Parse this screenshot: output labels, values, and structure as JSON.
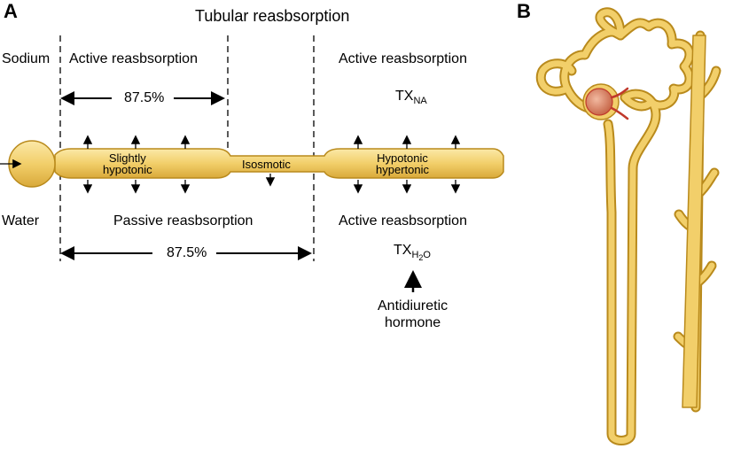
{
  "panel_a": {
    "label": "A"
  },
  "panel_b": {
    "label": "B"
  },
  "title": "Tubular reasbsorption",
  "sodium": {
    "row_label": "Sodium",
    "left_text": "Active reasbsorption",
    "left_percent": "87.5%",
    "right_text": "Active reasbsorption",
    "right_symbol_main": "TX",
    "right_symbol_sub": "NA"
  },
  "tubule": {
    "segment_1": [
      "Slightly",
      "hypotonic"
    ],
    "segment_2": "Isosmotic",
    "segment_3": [
      "Hypotonic",
      "hypertonic"
    ]
  },
  "water": {
    "row_label": "Water",
    "left_text": "Passive reasbsorption",
    "left_percent": "87.5%",
    "right_text": "Active reasbsorption",
    "right_symbol_main": "TX",
    "right_symbol_sub_1": "H",
    "right_symbol_sub_2": "2",
    "right_symbol_sub_3": "O",
    "hormone": [
      "Antidiuretic",
      "hormone"
    ]
  },
  "colors": {
    "tubule_fill": "#f2cf6a",
    "tubule_stroke": "#b98a1c",
    "glomerulus_fill": "#d98a6c",
    "glomerulus_stroke": "#c0392b"
  }
}
